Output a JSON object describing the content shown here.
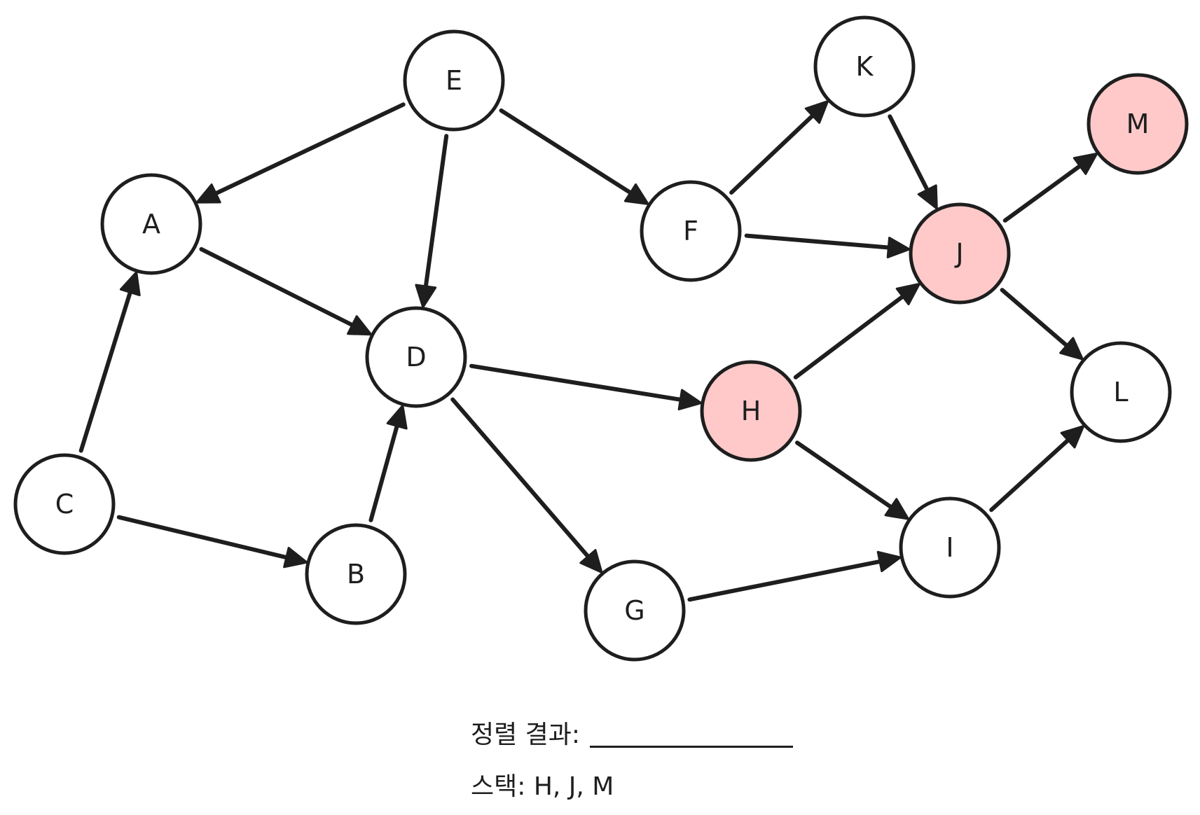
{
  "diagram": {
    "nodes": [
      {
        "id": "A",
        "label": "A",
        "highlighted": false
      },
      {
        "id": "B",
        "label": "B",
        "highlighted": false
      },
      {
        "id": "C",
        "label": "C",
        "highlighted": false
      },
      {
        "id": "D",
        "label": "D",
        "highlighted": false
      },
      {
        "id": "E",
        "label": "E",
        "highlighted": false
      },
      {
        "id": "F",
        "label": "F",
        "highlighted": false
      },
      {
        "id": "G",
        "label": "G",
        "highlighted": false
      },
      {
        "id": "H",
        "label": "H",
        "highlighted": true
      },
      {
        "id": "I",
        "label": "I",
        "highlighted": false
      },
      {
        "id": "J",
        "label": "J",
        "highlighted": true
      },
      {
        "id": "K",
        "label": "K",
        "highlighted": false
      },
      {
        "id": "L",
        "label": "L",
        "highlighted": false
      },
      {
        "id": "M",
        "label": "M",
        "highlighted": true
      }
    ],
    "edges": [
      {
        "from": "E",
        "to": "A"
      },
      {
        "from": "E",
        "to": "D"
      },
      {
        "from": "E",
        "to": "F"
      },
      {
        "from": "A",
        "to": "D"
      },
      {
        "from": "C",
        "to": "A"
      },
      {
        "from": "C",
        "to": "B"
      },
      {
        "from": "B",
        "to": "D"
      },
      {
        "from": "D",
        "to": "H"
      },
      {
        "from": "D",
        "to": "G"
      },
      {
        "from": "F",
        "to": "K"
      },
      {
        "from": "F",
        "to": "J"
      },
      {
        "from": "K",
        "to": "J"
      },
      {
        "from": "J",
        "to": "M"
      },
      {
        "from": "J",
        "to": "L"
      },
      {
        "from": "H",
        "to": "J"
      },
      {
        "from": "H",
        "to": "I"
      },
      {
        "from": "G",
        "to": "I"
      },
      {
        "from": "I",
        "to": "L"
      }
    ],
    "colors": {
      "stroke": "#1e1e1e",
      "node_fill": "#ffffff",
      "highlight_fill": "#ffc9c9"
    }
  },
  "footer": {
    "sort_result_label": "정렬 결과:",
    "sort_result_value": "",
    "stack_label": "스택:",
    "stack_values": "H, J, M"
  }
}
